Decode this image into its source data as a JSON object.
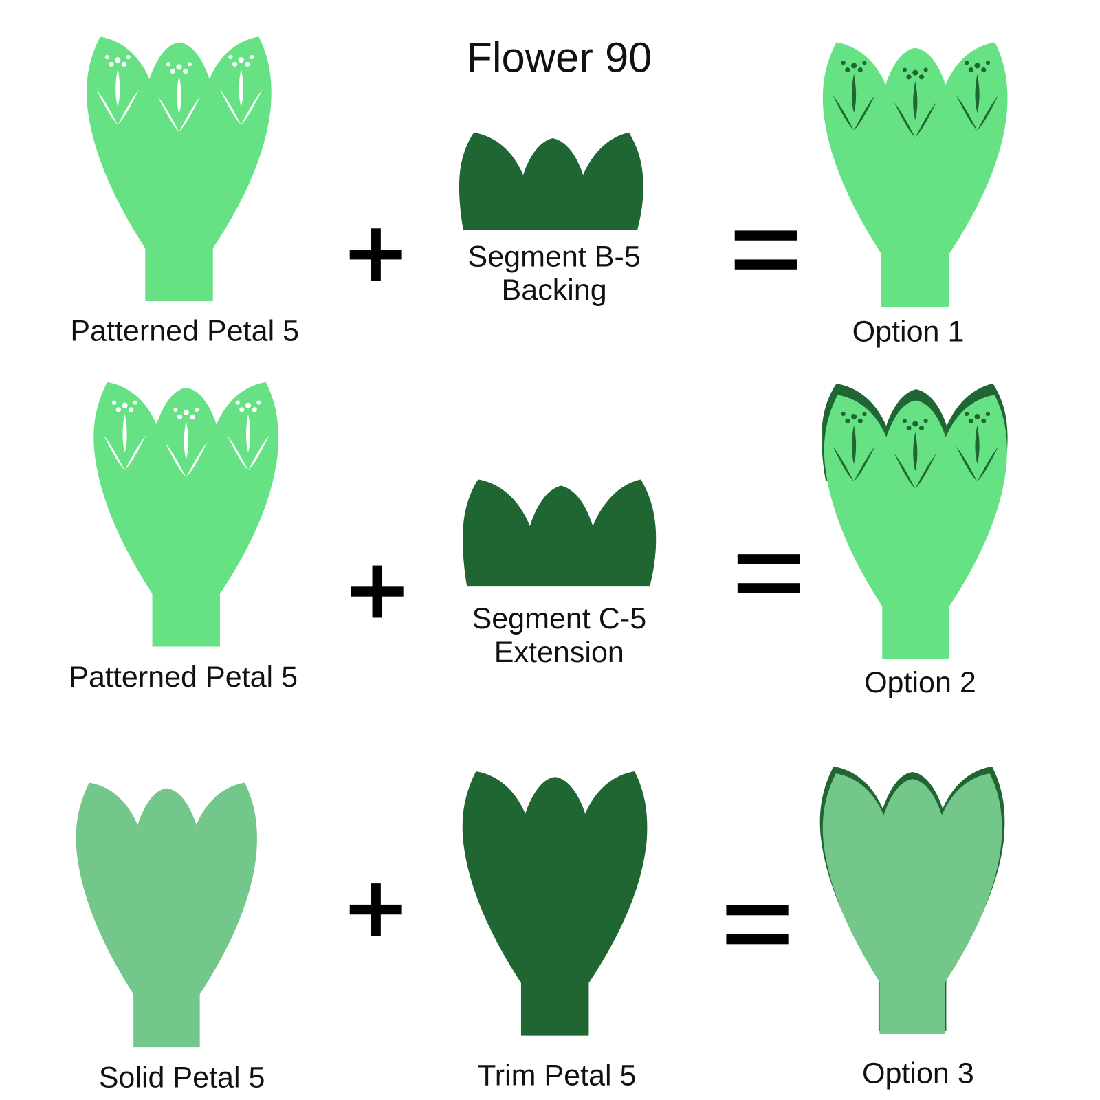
{
  "title": "Flower 90",
  "colors": {
    "light_green": "#66E285",
    "dark_green": "#1F6633",
    "solid_green": "#74C78A",
    "symbol": "#000000"
  },
  "rows": [
    {
      "left_label": "Patterned Petal 5",
      "middle_label_line1": "Segment B-5",
      "middle_label_line2": "Backing",
      "result_label": "Option 1"
    },
    {
      "left_label": "Patterned Petal 5",
      "middle_label_line1": "Segment C-5",
      "middle_label_line2": "Extension",
      "result_label": "Option 2"
    },
    {
      "left_label": "Solid Petal 5",
      "middle_label_line1": "Trim Petal 5",
      "result_label": "Option 3"
    }
  ]
}
